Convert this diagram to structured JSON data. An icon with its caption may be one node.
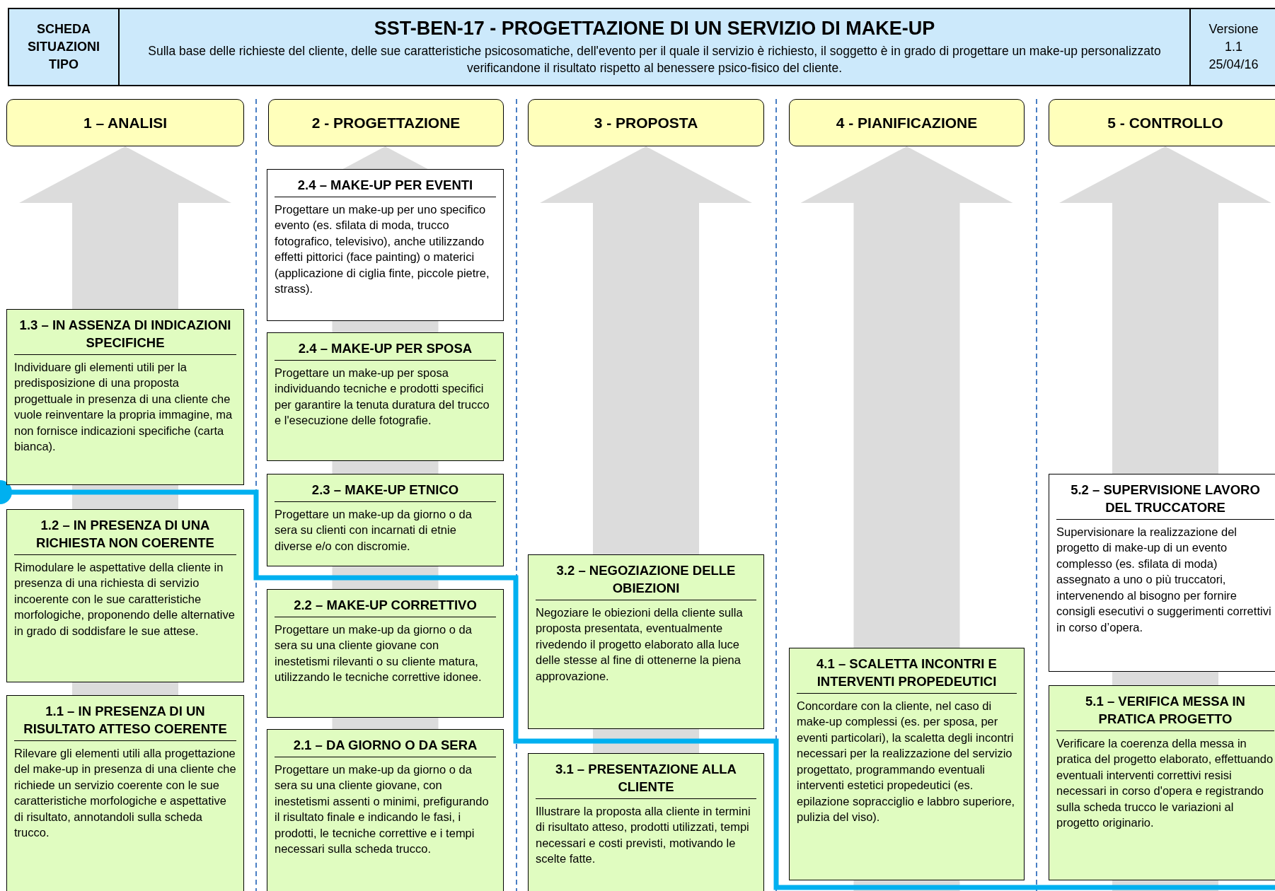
{
  "diagram": {
    "nodes": [
      {
        "text": [
          "SCHEDA SITUAZIONI TIPO"
        ]
      },
      {
        "text": [
          "SST-BEN-17  -  PROGETTAZIONE DI UN SERVIZIO DI MAKE-UP",
          "Sulla base delle richieste del cliente, delle sue caratteristiche psicosomatiche, dell'evento per il quale il servizio è richiesto, il soggetto è in grado di progettare un make-up personalizzato verificandone il risultato rispetto al benessere psico-fisico del cliente."
        ]
      },
      {
        "text": [
          "Versione",
          "1.1",
          "25/04/16"
        ]
      },
      {
        "text": [
          "1 – ANALISI"
        ]
      },
      {
        "text": [
          "2 - PROGETTAZIONE"
        ]
      },
      {
        "text": [
          "3 - PROPOSTA"
        ]
      },
      {
        "text": [
          "4 - PIANIFICAZIONE"
        ]
      },
      {
        "text": [
          "5 - CONTROLLO"
        ]
      },
      {
        "text": [
          "1.3 – IN ASSENZA DI INDICAZIONI SPECIFICHE",
          "Individuare gli elementi utili per la predisposizione di una proposta progettuale in presenza di una cliente che vuole reinventare la propria immagine, ma non fornisce indicazioni specifiche (carta bianca)."
        ]
      },
      {
        "text": [
          "1.2 – IN PRESENZA DI UNA RICHIESTA NON COERENTE",
          "Rimodulare le aspettative della cliente in presenza di una richiesta di servizio incoerente con le sue caratteristiche morfologiche, proponendo delle alternative in grado di soddisfare le sue attese."
        ]
      },
      {
        "text": [
          "1.1 – IN PRESENZA DI UN RISULTATO ATTESO COERENTE",
          "Rilevare gli elementi utili alla progettazione del make-up in presenza di una cliente che richiede un servizio coerente con le sue caratteristiche morfologiche e aspettative di risultato, annotandoli sulla scheda trucco."
        ]
      },
      {
        "text": [
          "2.4 – MAKE-UP PER EVENTI",
          "Progettare un make-up per uno specifico evento (es. sfilata di moda, trucco fotografico, televisivo), anche utilizzando effetti pittorici (face painting) o materici (applicazione di ciglia finte, piccole pietre, strass)."
        ]
      },
      {
        "text": [
          "2.4 – MAKE-UP PER SPOSA",
          "Progettare un make-up per sposa individuando tecniche e prodotti specifici per garantire la tenuta duratura del trucco e l'esecuzione delle fotografie."
        ]
      },
      {
        "text": [
          "2.3 – MAKE-UP ETNICO",
          "Progettare un make-up da giorno o da sera su clienti con incarnati di etnie diverse e/o con discromie."
        ]
      },
      {
        "text": [
          "2.2 – MAKE-UP CORRETTIVO",
          "Progettare un make-up da giorno o da sera su una cliente giovane con inestetismi rilevanti o su cliente matura, utilizzando le tecniche correttive idonee."
        ]
      },
      {
        "text": [
          "2.1 – DA GIORNO O DA SERA",
          "Progettare un make-up da giorno o da sera su una cliente giovane, con inestetismi assenti o minimi, prefigurando il risultato finale e indicando le fasi, i prodotti, le tecniche correttive e i tempi necessari sulla scheda trucco."
        ]
      },
      {
        "text": [
          "3.2 – NEGOZIAZIONE DELLE OBIEZIONI",
          "Negoziare le obiezioni della cliente sulla proposta presentata, eventualmente rivedendo il progetto elaborato alla luce delle stesse al fine di ottenerne la piena approvazione."
        ]
      },
      {
        "text": [
          "3.1 – PRESENTAZIONE ALLA CLIENTE",
          "Illustrare la proposta alla cliente in termini di risultato atteso, prodotti utilizzati, tempi necessari e costi previsti, motivando le scelte fatte."
        ]
      },
      {
        "text": [
          "4.1 – SCALETTA INCONTRI E INTERVENTI PROPEDEUTICI",
          "Concordare con la cliente, nel caso di make-up complessi (es. per sposa, per eventi particolari), la scaletta degli incontri necessari per la realizzazione del servizio progettato, programmando eventuali interventi estetici propedeutici (es. epilazione sopracciglio e labbro superiore, pulizia del viso)."
        ]
      },
      {
        "text": [
          "5.2 – SUPERVISIONE LAVORO DEL TRUCCATORE",
          "Supervisionare la realizzazione del progetto di make-up di un evento complesso (es. sfilata di moda) assegnato a uno o più truccatori, intervenendo al bisogno per fornire consigli esecutivi o suggerimenti correttivi in corso d’opera."
        ]
      },
      {
        "text": [
          "5.1 – VERIFICA MESSA IN PRATICA PROGETTO",
          "Verificare la coerenza della messa in pratica del progetto elaborato, effettuando eventuali interventi correttivi resisi necessari in corso d'opera e registrando sulla scheda trucco le variazioni al progetto originario."
        ]
      }
    ]
  }
}
